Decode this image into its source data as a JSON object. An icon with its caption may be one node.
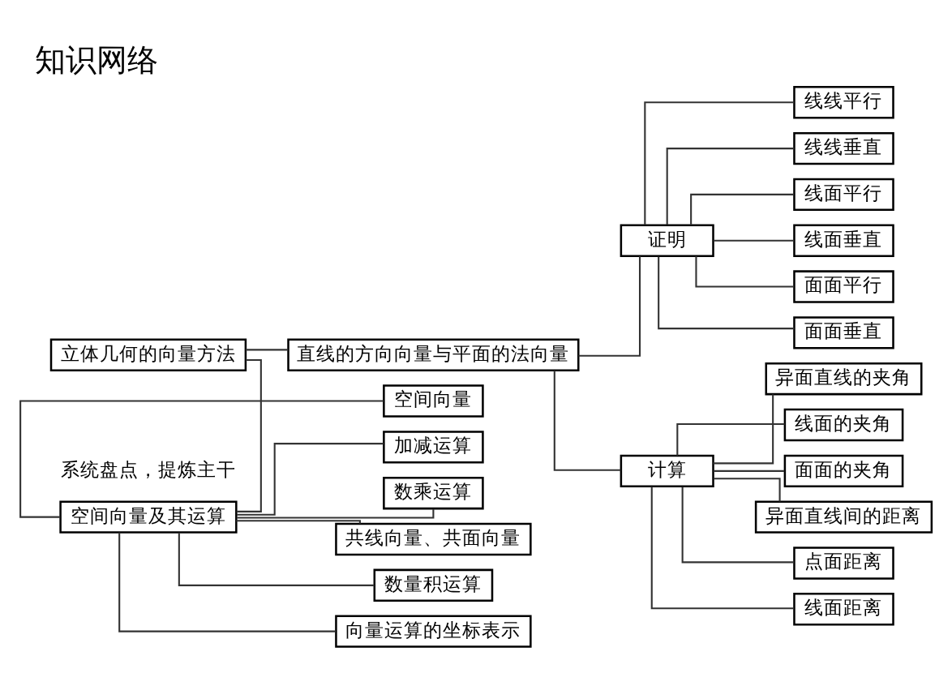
{
  "diagram": {
    "title": "知识网络",
    "nodes": [
      {
        "text": [
          "空间向量及其运算"
        ]
      },
      {
        "text": [
          "空间向量"
        ]
      },
      {
        "text": [
          "加减运算"
        ]
      },
      {
        "text": [
          "数乘运算"
        ]
      },
      {
        "text": [
          "共线向量、共面向量"
        ]
      },
      {
        "text": [
          "数量积运算"
        ]
      },
      {
        "text": [
          "向量运算的坐标表示"
        ]
      },
      {
        "text": [
          "立体几何的向量方法"
        ]
      },
      {
        "text": [
          "直线的方向向量与平面的法向量"
        ]
      },
      {
        "text": [
          "证明"
        ]
      },
      {
        "text": [
          "线线平行"
        ]
      },
      {
        "text": [
          "线线垂直"
        ]
      },
      {
        "text": [
          "线面平行"
        ]
      },
      {
        "text": [
          "线面垂直"
        ]
      },
      {
        "text": [
          "面面平行"
        ]
      },
      {
        "text": [
          "面面垂直"
        ]
      },
      {
        "text": [
          "计算"
        ]
      },
      {
        "text": [
          "异面直线的夹角"
        ]
      },
      {
        "text": [
          "线面的夹角"
        ]
      },
      {
        "text": [
          "面面的夹角"
        ]
      },
      {
        "text": [
          "异面直线间的距离"
        ]
      },
      {
        "text": [
          "点面距离"
        ]
      },
      {
        "text": [
          "线面距离"
        ]
      }
    ],
    "edges": [
      {
        "from": 0,
        "to": 1,
        "arrow": "none"
      },
      {
        "from": 0,
        "to": 2,
        "arrow": "none"
      },
      {
        "from": 0,
        "to": 3,
        "arrow": "none"
      },
      {
        "from": 0,
        "to": 4,
        "arrow": "none"
      },
      {
        "from": 0,
        "to": 5,
        "arrow": "none"
      },
      {
        "from": 0,
        "to": 6,
        "arrow": "none"
      },
      {
        "from": 0,
        "to": 7,
        "arrow": "none"
      },
      {
        "from": 7,
        "to": 8,
        "arrow": "none"
      },
      {
        "from": 8,
        "to": 9,
        "arrow": "none"
      },
      {
        "from": 9,
        "to": 10,
        "arrow": "none"
      },
      {
        "from": 9,
        "to": 11,
        "arrow": "none"
      },
      {
        "from": 9,
        "to": 12,
        "arrow": "none"
      },
      {
        "from": 9,
        "to": 13,
        "arrow": "none"
      },
      {
        "from": 9,
        "to": 14,
        "arrow": "none"
      },
      {
        "from": 9,
        "to": 15,
        "arrow": "none"
      },
      {
        "from": 8,
        "to": 16,
        "arrow": "none"
      },
      {
        "from": 16,
        "to": 17,
        "arrow": "none"
      },
      {
        "from": 16,
        "to": 18,
        "arrow": "none"
      },
      {
        "from": 16,
        "to": 19,
        "arrow": "none"
      },
      {
        "from": 16,
        "to": 20,
        "arrow": "none"
      },
      {
        "from": 16,
        "to": 21,
        "arrow": "none"
      },
      {
        "from": 16,
        "to": 22,
        "arrow": "none"
      }
    ],
    "labels": [
      "系统盘点，提炼主干"
    ]
  }
}
